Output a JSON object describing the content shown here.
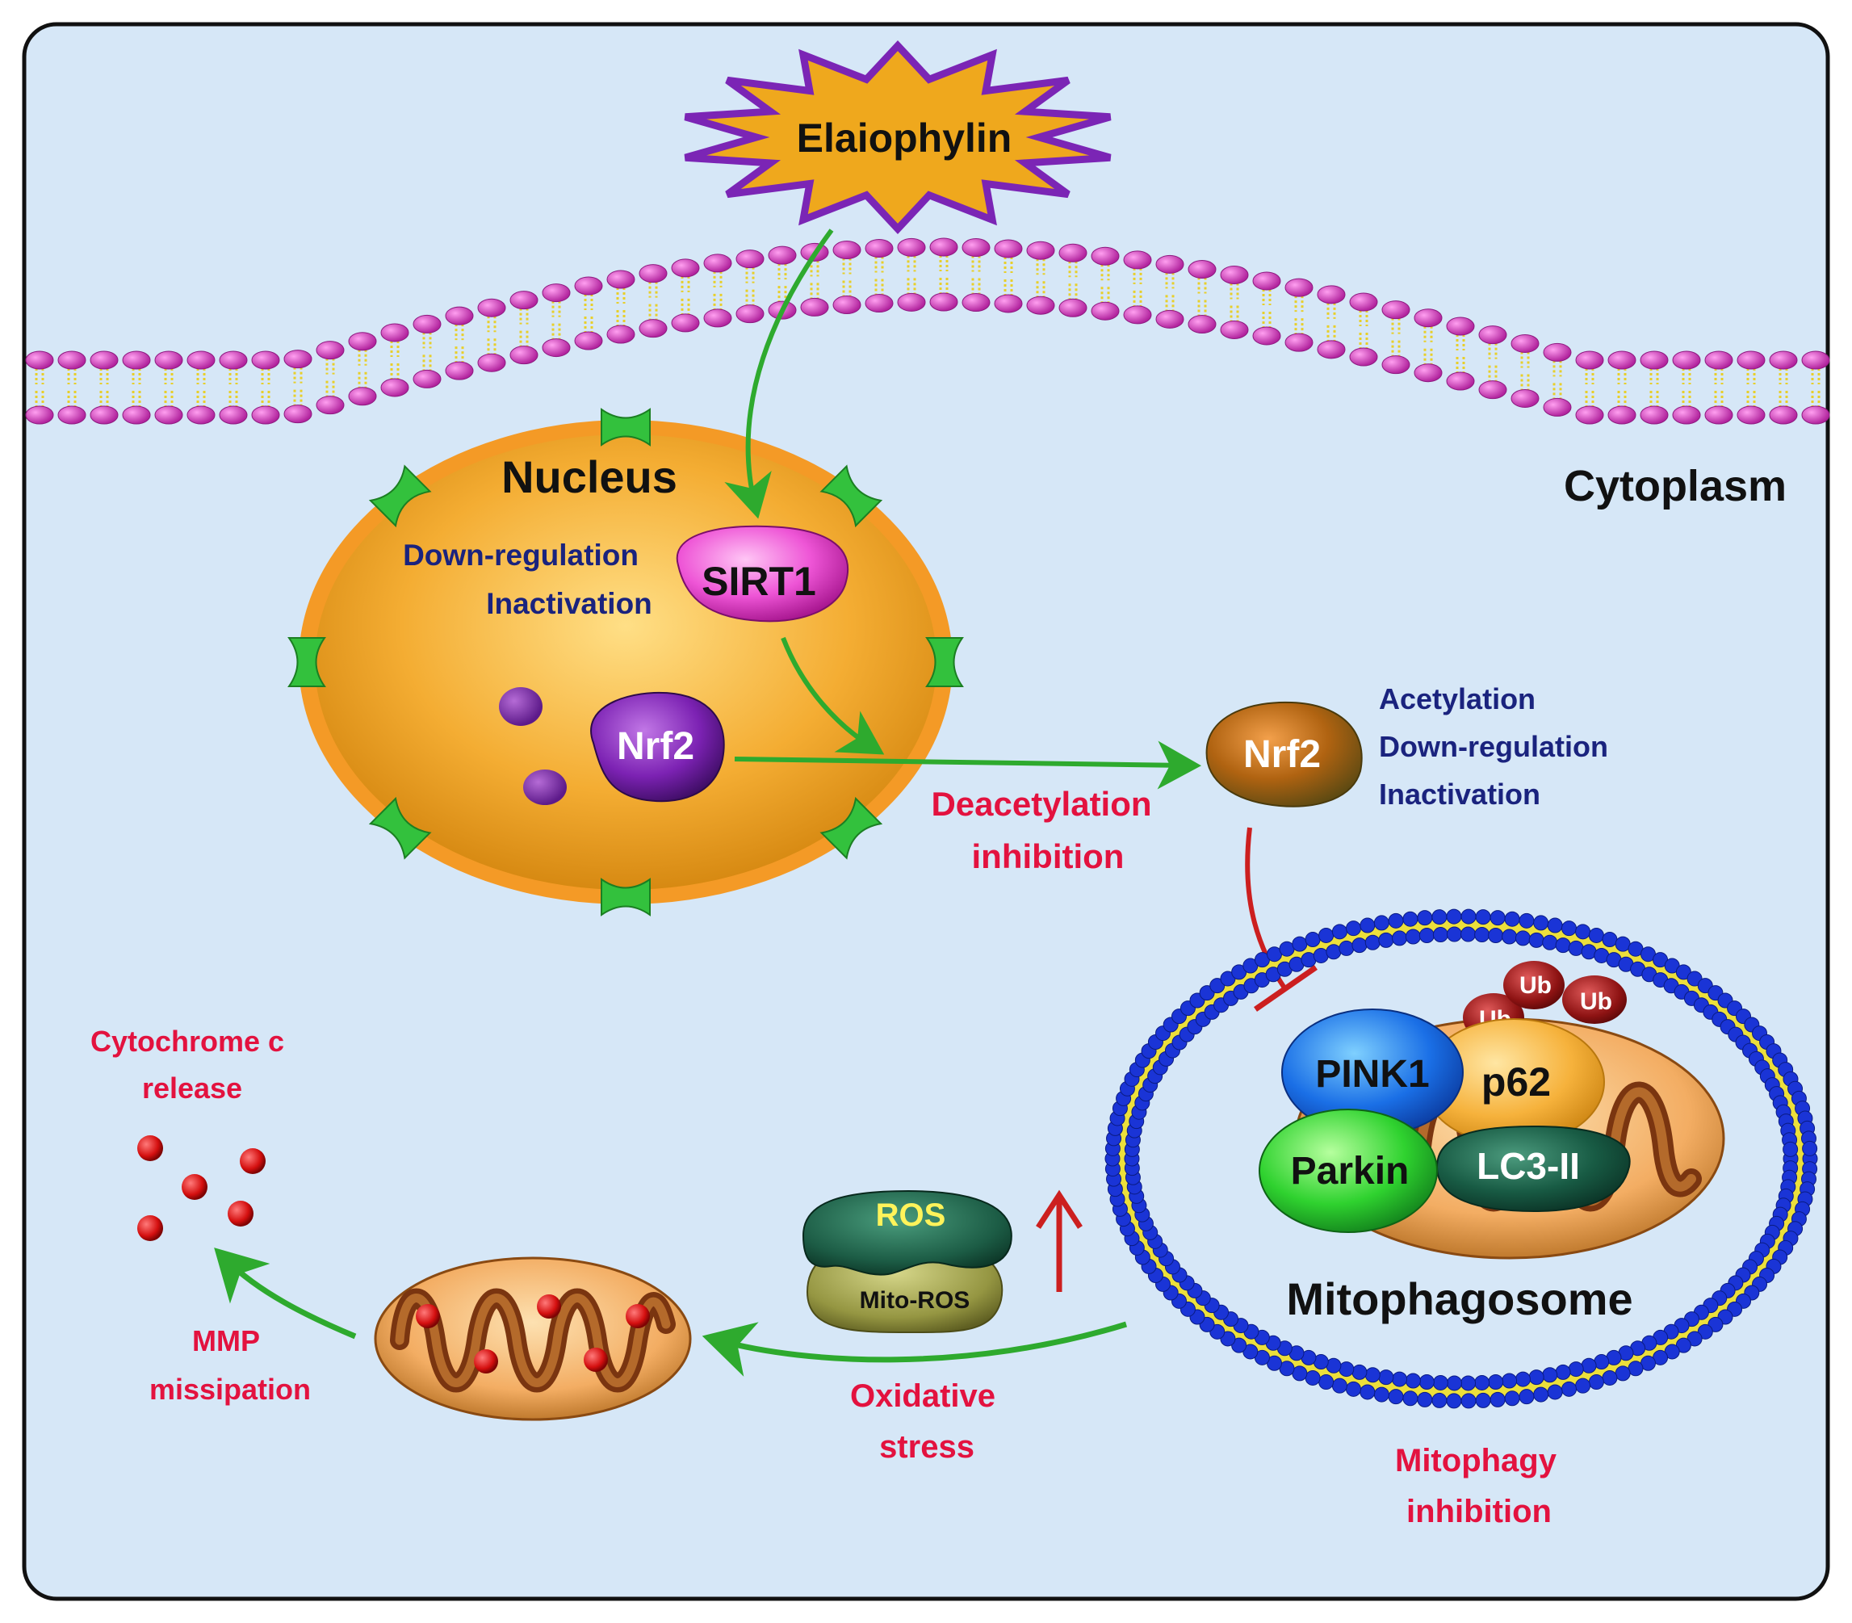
{
  "labels": {
    "drug": "Elaiophylin",
    "nucleus": "Nucleus",
    "cytoplasm": "Cytoplasm",
    "sirt1": "SIRT1",
    "sirt1_effect_1": "Down-regulation",
    "sirt1_effect_2": "Inactivation",
    "nrf2_nuclear": "Nrf2",
    "nrf2_cytoplasmic": "Nrf2",
    "nrf2_effect_1": "Acetylation",
    "nrf2_effect_2": "Down-regulation",
    "nrf2_effect_3": "Inactivation",
    "deacetylation_1": "Deacetylation",
    "deacetylation_2": "inhibition",
    "pink1": "PINK1",
    "p62": "p62",
    "parkin": "Parkin",
    "lc3": "LC3-II",
    "ub_1": "Ub",
    "ub_2": "Ub",
    "ub_3": "Ub",
    "mitophagosome": "Mitophagosome",
    "mitophagy_1": "Mitophagy",
    "mitophagy_2": "inhibition",
    "ros": "ROS",
    "mito_ros": "Mito-ROS",
    "oxidative_1": "Oxidative",
    "oxidative_2": "stress",
    "mmp_1": "MMP",
    "mmp_2": "missipation",
    "cytc_1": "Cytochrome c",
    "cytc_2": "release"
  },
  "colors": {
    "background": "#d6e7f7",
    "activation_arrow": "#2eaa2e",
    "inhibition_line": "#cc1f1f",
    "red_label": "#e3123f",
    "blue_label": "#1a237e",
    "membrane_head": "#d63fc4",
    "membrane_tail": "#ffe84a",
    "nucleus": "#f2a92e",
    "nucleus_rim": "#f49a26",
    "mito_bilayer_head": "#1a34d6"
  }
}
